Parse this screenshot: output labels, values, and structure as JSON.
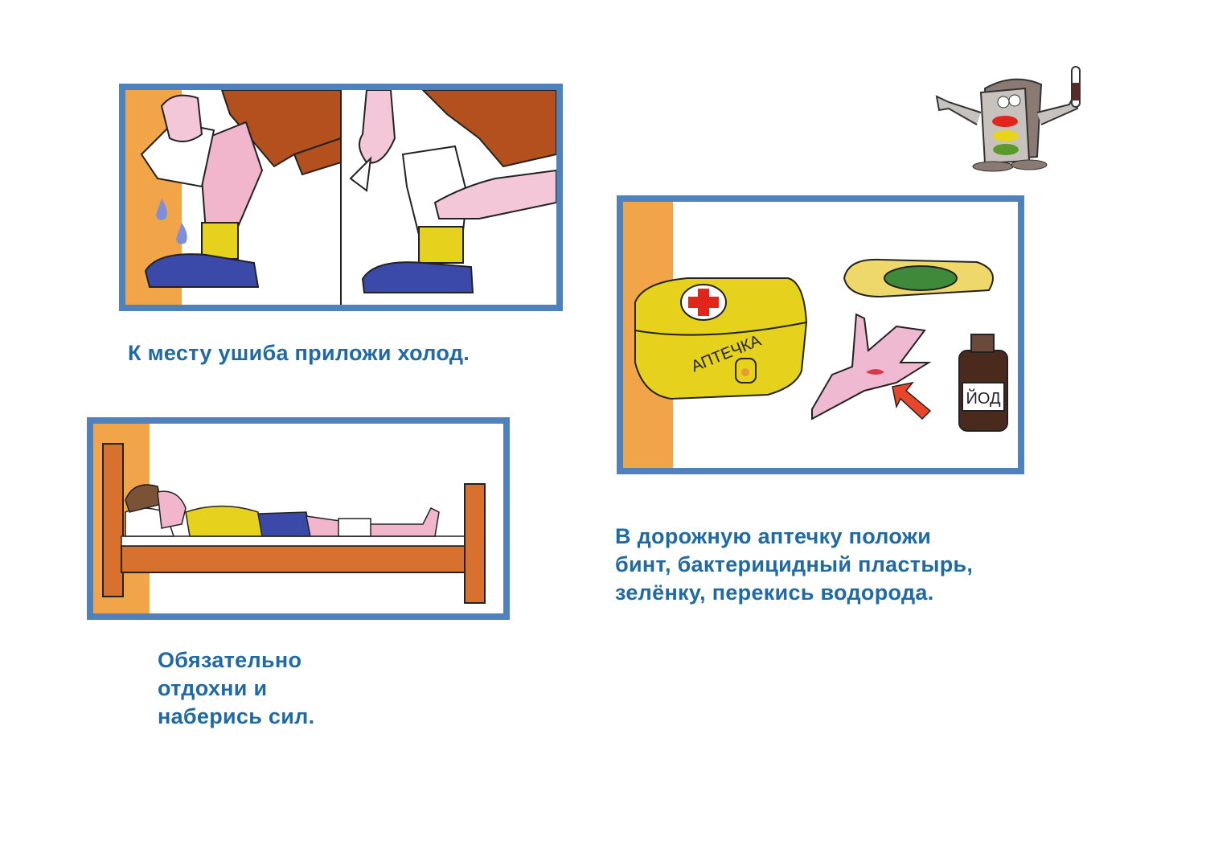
{
  "page": {
    "theme_colors": {
      "frame_border": "#4f81bd",
      "caption_text": "#1f6aa5"
    },
    "panels": [
      {
        "id": "cold-compress",
        "illustration": "knee-injury-cold-compress-and-bandage",
        "caption": "К месту ушиба приложи холод."
      },
      {
        "id": "first-aid-kit",
        "illustration": "first-aid-kit-plaster-iodine",
        "kit_label": "АПТЕЧКА",
        "bottle_label": "ЙОД",
        "caption": "В дорожную аптечку положи\nбинт, бактерицидный пластырь,\nзелёнку, перекись водорода."
      },
      {
        "id": "rest-in-bed",
        "illustration": "child-resting-in-bed",
        "caption": "Обязательно\nотдохни и\nнаберись сил."
      }
    ],
    "mascot": {
      "name": "traffic-light-character",
      "lights": [
        "#e0251b",
        "#e8d41a",
        "#5a9a2a"
      ]
    }
  }
}
